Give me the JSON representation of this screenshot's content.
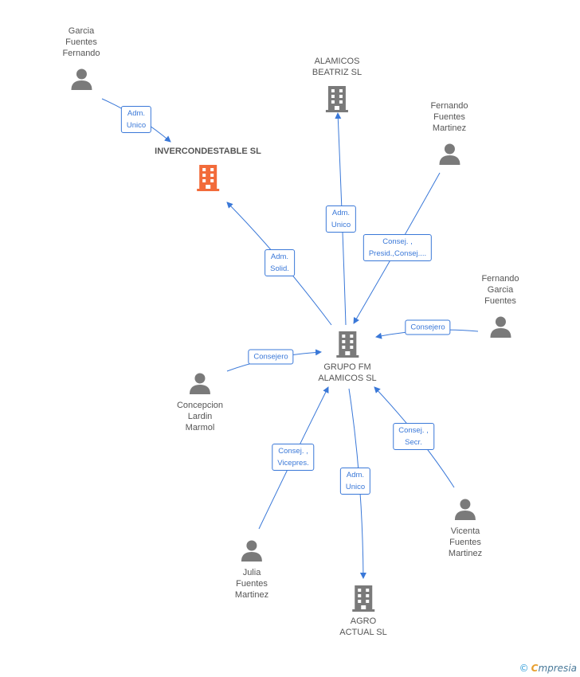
{
  "nodes": {
    "garcia_fuentes_fernando": {
      "label": "Garcia\nFuentes\nFernando",
      "kind": "person"
    },
    "invercondestable": {
      "label": "INVERCONDESTABLE SL",
      "kind": "company",
      "focus": true
    },
    "alamicos_beatriz": {
      "label": "ALAMICOS\nBEATRIZ SL",
      "kind": "company"
    },
    "fernando_fuentes_martinez": {
      "label": "Fernando\nFuentes\nMartinez",
      "kind": "person"
    },
    "fernando_garcia_fuentes": {
      "label": "Fernando\nGarcia\nFuentes",
      "kind": "person"
    },
    "grupo_fm": {
      "label": "GRUPO FM\nALAMICOS  SL",
      "kind": "company"
    },
    "concepcion": {
      "label": "Concepcion\nLardin\nMarmol",
      "kind": "person"
    },
    "vicenta": {
      "label": "Vicenta\nFuentes\nMartinez",
      "kind": "person"
    },
    "julia": {
      "label": "Julia\nFuentes\nMartinez",
      "kind": "person"
    },
    "agro_actual": {
      "label": "AGRO\nACTUAL SL",
      "kind": "company"
    }
  },
  "edges": {
    "e1": {
      "label": "Adm.\nUnico"
    },
    "e2": {
      "label": "Adm.\nUnico"
    },
    "e3": {
      "label": "Consej. ,\nPresid.,Consej...."
    },
    "e4": {
      "label": "Adm.\nSolid."
    },
    "e5": {
      "label": "Consejero"
    },
    "e6": {
      "label": "Consejero"
    },
    "e7": {
      "label": "Consej. ,\nSecr."
    },
    "e8": {
      "label": "Consej. ,\nVicepres."
    },
    "e9": {
      "label": "Adm.\nUnico"
    }
  },
  "colors": {
    "edge": "#3a78d8",
    "focus_company": "#f26b3a",
    "entity": "#7a7a7a"
  },
  "brand": {
    "c": "©",
    "e": "C",
    "rest": "mpresia"
  }
}
